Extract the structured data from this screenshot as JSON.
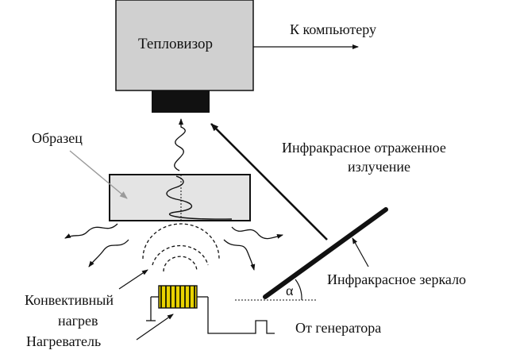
{
  "labels": {
    "camera": "Тепловизор",
    "to_computer": "К компьютеру",
    "sample": "Образец",
    "reflected_1": "Инфракрасное отраженное",
    "reflected_2": "излучение",
    "mirror": "Инфракрасное зеркало",
    "angle": "α",
    "convective_1": "Конвективный",
    "convective_2": "нагрев",
    "heater": "Нагреватель",
    "generator": "От генератора"
  },
  "colors": {
    "camera_body": "#d0d0d0",
    "camera_lens": "#111111",
    "sample_fill": "#e4e4e4",
    "heater_coil": "#e8d200",
    "stroke": "#111111",
    "pointer_gray": "#9a9a9a"
  }
}
